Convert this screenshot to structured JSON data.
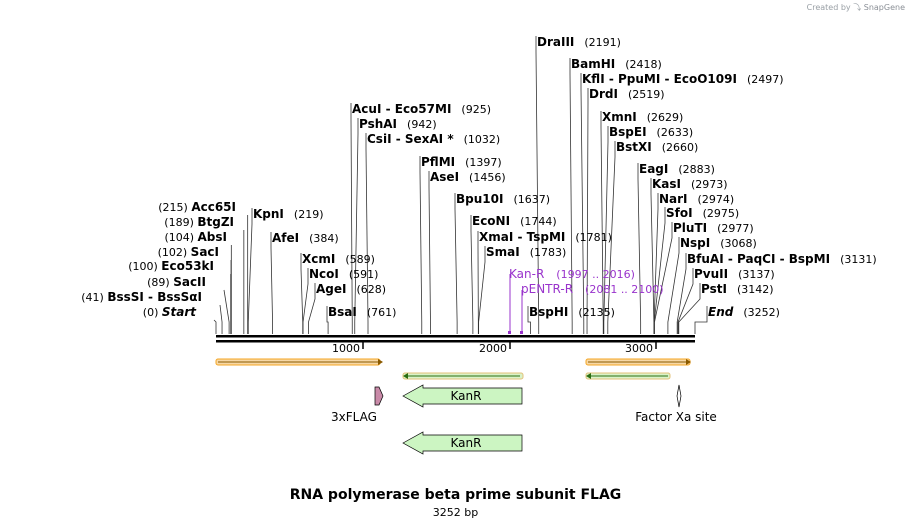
{
  "credit": {
    "prefix": "Created by",
    "brand": "SnapGene"
  },
  "title": "RNA polymerase beta prime subunit FLAG",
  "subtitle": "3252 bp",
  "sequence_length": 3252,
  "ruler": {
    "ticks": [
      "1000",
      "2000",
      "3000"
    ]
  },
  "sites": [
    {
      "names": [
        "Start"
      ],
      "pos": "(0)",
      "italic": true,
      "side": "left",
      "bp": 0
    },
    {
      "names": [
        "BssSI",
        "BssSαI"
      ],
      "pos": "(41)",
      "side": "left",
      "bp": 41
    },
    {
      "names": [
        "SacII"
      ],
      "pos": "(89)",
      "side": "left",
      "bp": 89
    },
    {
      "names": [
        "Eco53kI"
      ],
      "pos": "(100)",
      "side": "left",
      "bp": 100
    },
    {
      "names": [
        "SacI"
      ],
      "pos": "(102)",
      "side": "left",
      "bp": 102
    },
    {
      "names": [
        "AbsI"
      ],
      "pos": "(104)",
      "side": "left",
      "bp": 104
    },
    {
      "names": [
        "BtgZI"
      ],
      "pos": "(189)",
      "side": "left",
      "bp": 189
    },
    {
      "names": [
        "Acc65I"
      ],
      "pos": "(215)",
      "side": "left",
      "bp": 215
    },
    {
      "names": [
        "KpnI"
      ],
      "pos": "(219)",
      "side": "right",
      "bp": 219
    },
    {
      "names": [
        "AfeI"
      ],
      "pos": "(384)",
      "side": "right",
      "bp": 384
    },
    {
      "names": [
        "XcmI"
      ],
      "pos": "(589)",
      "side": "right",
      "bp": 589
    },
    {
      "names": [
        "NcoI"
      ],
      "pos": "(591)",
      "side": "right",
      "bp": 591
    },
    {
      "names": [
        "AgeI"
      ],
      "pos": "(628)",
      "side": "right",
      "bp": 628
    },
    {
      "names": [
        "BsaI"
      ],
      "pos": "(761)",
      "side": "right",
      "bp": 761
    },
    {
      "names": [
        "AcuI",
        "Eco57MI"
      ],
      "pos": "(925)",
      "side": "right",
      "bp": 925
    },
    {
      "names": [
        "PshAI"
      ],
      "pos": "(942)",
      "side": "right",
      "bp": 942
    },
    {
      "names": [
        "CsiI",
        "SexAI *"
      ],
      "pos": "(1032)",
      "side": "right",
      "bp": 1032
    },
    {
      "names": [
        "PflMI"
      ],
      "pos": "(1397)",
      "side": "right",
      "bp": 1397
    },
    {
      "names": [
        "AseI"
      ],
      "pos": "(1456)",
      "side": "right",
      "bp": 1456
    },
    {
      "names": [
        "Bpu10I"
      ],
      "pos": "(1637)",
      "side": "right",
      "bp": 1637
    },
    {
      "names": [
        "EcoNI"
      ],
      "pos": "(1744)",
      "side": "right",
      "bp": 1744
    },
    {
      "names": [
        "XmaI",
        "TspMI"
      ],
      "pos": "(1781)",
      "side": "right",
      "bp": 1781
    },
    {
      "names": [
        "SmaI"
      ],
      "pos": "(1783)",
      "side": "right",
      "bp": 1783
    },
    {
      "names": [
        "DraIII"
      ],
      "pos": "(2191)",
      "side": "right",
      "bp": 2191
    },
    {
      "names": [
        "BspHI"
      ],
      "pos": "(2135)",
      "side": "right",
      "bp": 2135
    },
    {
      "names": [
        "BamHI"
      ],
      "pos": "(2418)",
      "side": "right",
      "bp": 2418
    },
    {
      "names": [
        "KflI",
        "PpuMI",
        "EcoO109I"
      ],
      "pos": "(2497)",
      "side": "right",
      "bp": 2497
    },
    {
      "names": [
        "DrdI"
      ],
      "pos": "(2519)",
      "side": "right",
      "bp": 2519
    },
    {
      "names": [
        "XmnI"
      ],
      "pos": "(2629)",
      "side": "right",
      "bp": 2629
    },
    {
      "names": [
        "BspEI"
      ],
      "pos": "(2633)",
      "side": "right",
      "bp": 2633
    },
    {
      "names": [
        "BstXI"
      ],
      "pos": "(2660)",
      "side": "right",
      "bp": 2660
    },
    {
      "names": [
        "EagI"
      ],
      "pos": "(2883)",
      "side": "right",
      "bp": 2883
    },
    {
      "names": [
        "KasI"
      ],
      "pos": "(2973)",
      "side": "right",
      "bp": 2973
    },
    {
      "names": [
        "NarI"
      ],
      "pos": "(2974)",
      "side": "right",
      "bp": 2974
    },
    {
      "names": [
        "SfoI"
      ],
      "pos": "(2975)",
      "side": "right",
      "bp": 2975
    },
    {
      "names": [
        "PluTI"
      ],
      "pos": "(2977)",
      "side": "right",
      "bp": 2977
    },
    {
      "names": [
        "NspI"
      ],
      "pos": "(3068)",
      "side": "right",
      "bp": 3068
    },
    {
      "names": [
        "BfuAI",
        "PaqCI",
        "BspMI"
      ],
      "pos": "(3131)",
      "side": "right",
      "bp": 3131
    },
    {
      "names": [
        "PvuII"
      ],
      "pos": "(3137)",
      "side": "right",
      "bp": 3137
    },
    {
      "names": [
        "PstI"
      ],
      "pos": "(3142)",
      "side": "right",
      "bp": 3142
    },
    {
      "names": [
        "End"
      ],
      "pos": "(3252)",
      "italic": true,
      "side": "right",
      "bp": 3252
    }
  ],
  "primers": [
    {
      "name": "Kan-R",
      "pos": "(1997 .. 2016)",
      "color": "#9933cc",
      "bp": 2000
    },
    {
      "name": "pENTR-R",
      "pos": "(2081 .. 2100)",
      "color": "#9933cc",
      "bp": 2085
    }
  ],
  "features": [
    {
      "name": "3xFLAG",
      "type": "tag",
      "color": "#c98aa8"
    },
    {
      "name": "KanR",
      "type": "cds",
      "color": "#ccf5c2"
    },
    {
      "name": "KanR",
      "type": "cds",
      "color": "#ccf5c2"
    },
    {
      "name": "Factor Xa site",
      "type": "site",
      "color": "#ffffff"
    }
  ],
  "colors": {
    "orf": "#f5a623",
    "orf_inner": "#f7d8a6",
    "orf_green": "#3a8d1e",
    "primer": "#9933cc"
  }
}
